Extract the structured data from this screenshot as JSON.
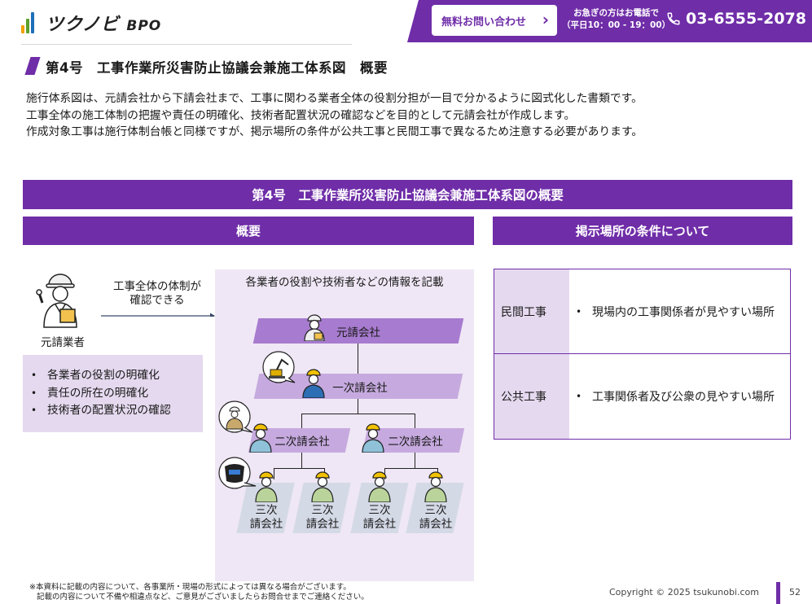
{
  "header": {
    "logo_text": "ツクノビ",
    "logo_suffix": "BPO",
    "contact_button": "無料お問い合わせ",
    "hours_line1": "お急ぎの方はお電話で",
    "hours_line2": "（平日10：00 - 19：00）",
    "phone": "03-6555-2078"
  },
  "title": "第4号　工事作業所災害防止協議会兼施工体系図　概要",
  "intro": [
    "施行体系図は、元請会社から下請会社まで、工事に関わる業者全体の役割分担が一目で分かるように図式化した書類です。",
    "工事全体の施工体制の把握や責任の明確化、技術者配置状況の確認などを目的として元請会社が作成します。",
    "作成対象工事は施行体制台帳と同様ですが、掲示場所の条件が公共工事と民間工事で異なるため注意する必要があります。"
  ],
  "main_bar": "第4号　工事作業所災害防止協議会兼施工体系図の概要",
  "left_bar": "概要",
  "right_bar": "掲示場所の条件について",
  "overview": {
    "person_label": "元請業者",
    "arrow_text_1": "工事全体の体制が",
    "arrow_text_2": "確認できる",
    "bullets": [
      "各業者の役割の明確化",
      "責任の所在の明確化",
      "技術者の配置状況の確認"
    ]
  },
  "diagram": {
    "caption": "各業者の役割や技術者などの情報を記載",
    "prime": "元請会社",
    "first": "一次請会社",
    "second": [
      "二次請会社",
      "二次請会社"
    ],
    "third_line1": "三次",
    "third_line2": "請会社"
  },
  "conditions": [
    {
      "type": "民間工事",
      "place": "現場内の工事関係者が見やすい場所"
    },
    {
      "type": "公共工事",
      "place": "工事関係者及び公衆の見やすい場所"
    }
  ],
  "footer": {
    "note_1": "※本資料に記載の内容について、各事業所・現場の形式によっては異なる場合がございます。",
    "note_2": "記載の内容について不備や相違点など、ご意見がございましたらお問合せまでご連絡ください。",
    "copyright": "Copyright © 2025 tsukunobi.com",
    "page": "52"
  },
  "colors": {
    "accent": "#6f2da8",
    "light": "#e5d9ef",
    "panel": "#efe7f5",
    "parallelogram_dark": "#a77bcf",
    "parallelogram_light": "#c6aadf",
    "tier3": "#d4d9e6"
  }
}
